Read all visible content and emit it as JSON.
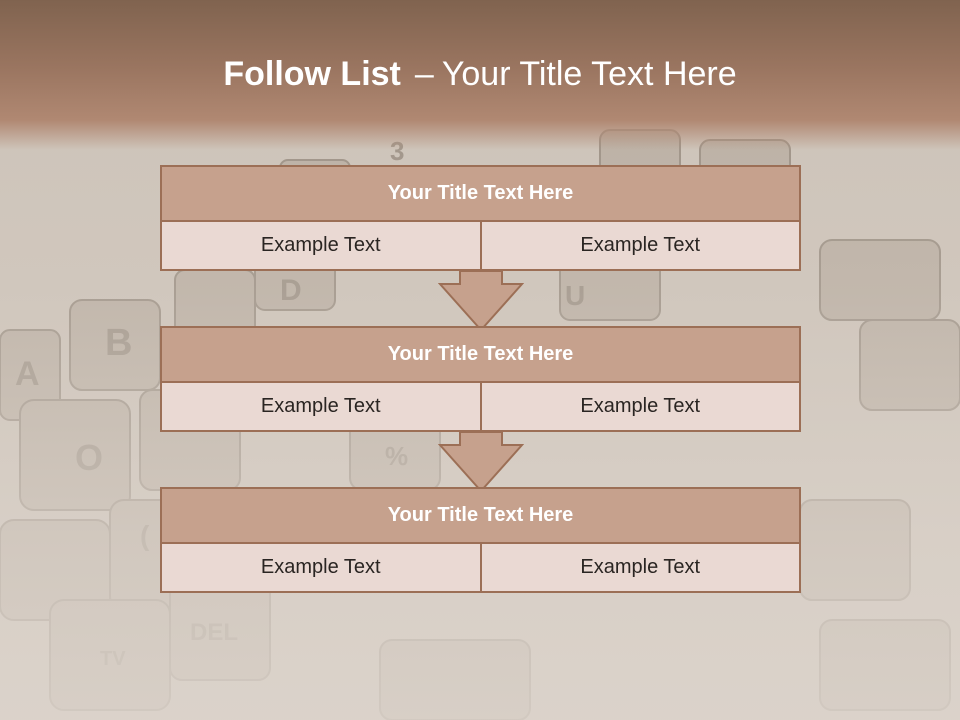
{
  "slide": {
    "title_bold": "Follow List",
    "title_sep": "–",
    "title_rest": "Your Title Text Here"
  },
  "blocks": [
    {
      "title": "Your Title Text Here",
      "left": "Example Text",
      "right": "Example Text"
    },
    {
      "title": "Your Title Text Here",
      "left": "Example Text",
      "right": "Example Text"
    },
    {
      "title": "Your Title Text Here",
      "left": "Example Text",
      "right": "Example Text"
    }
  ],
  "background": {
    "key_glyphs": [
      "A",
      "B",
      "D",
      "O",
      "%",
      "DEL",
      "TV",
      "(",
      "3",
      "U"
    ]
  },
  "colors": {
    "header": "#9a7560",
    "block_title_fill": "#c6a18d",
    "block_border": "#9c6f56",
    "cell_fill": "#ead9d3"
  }
}
